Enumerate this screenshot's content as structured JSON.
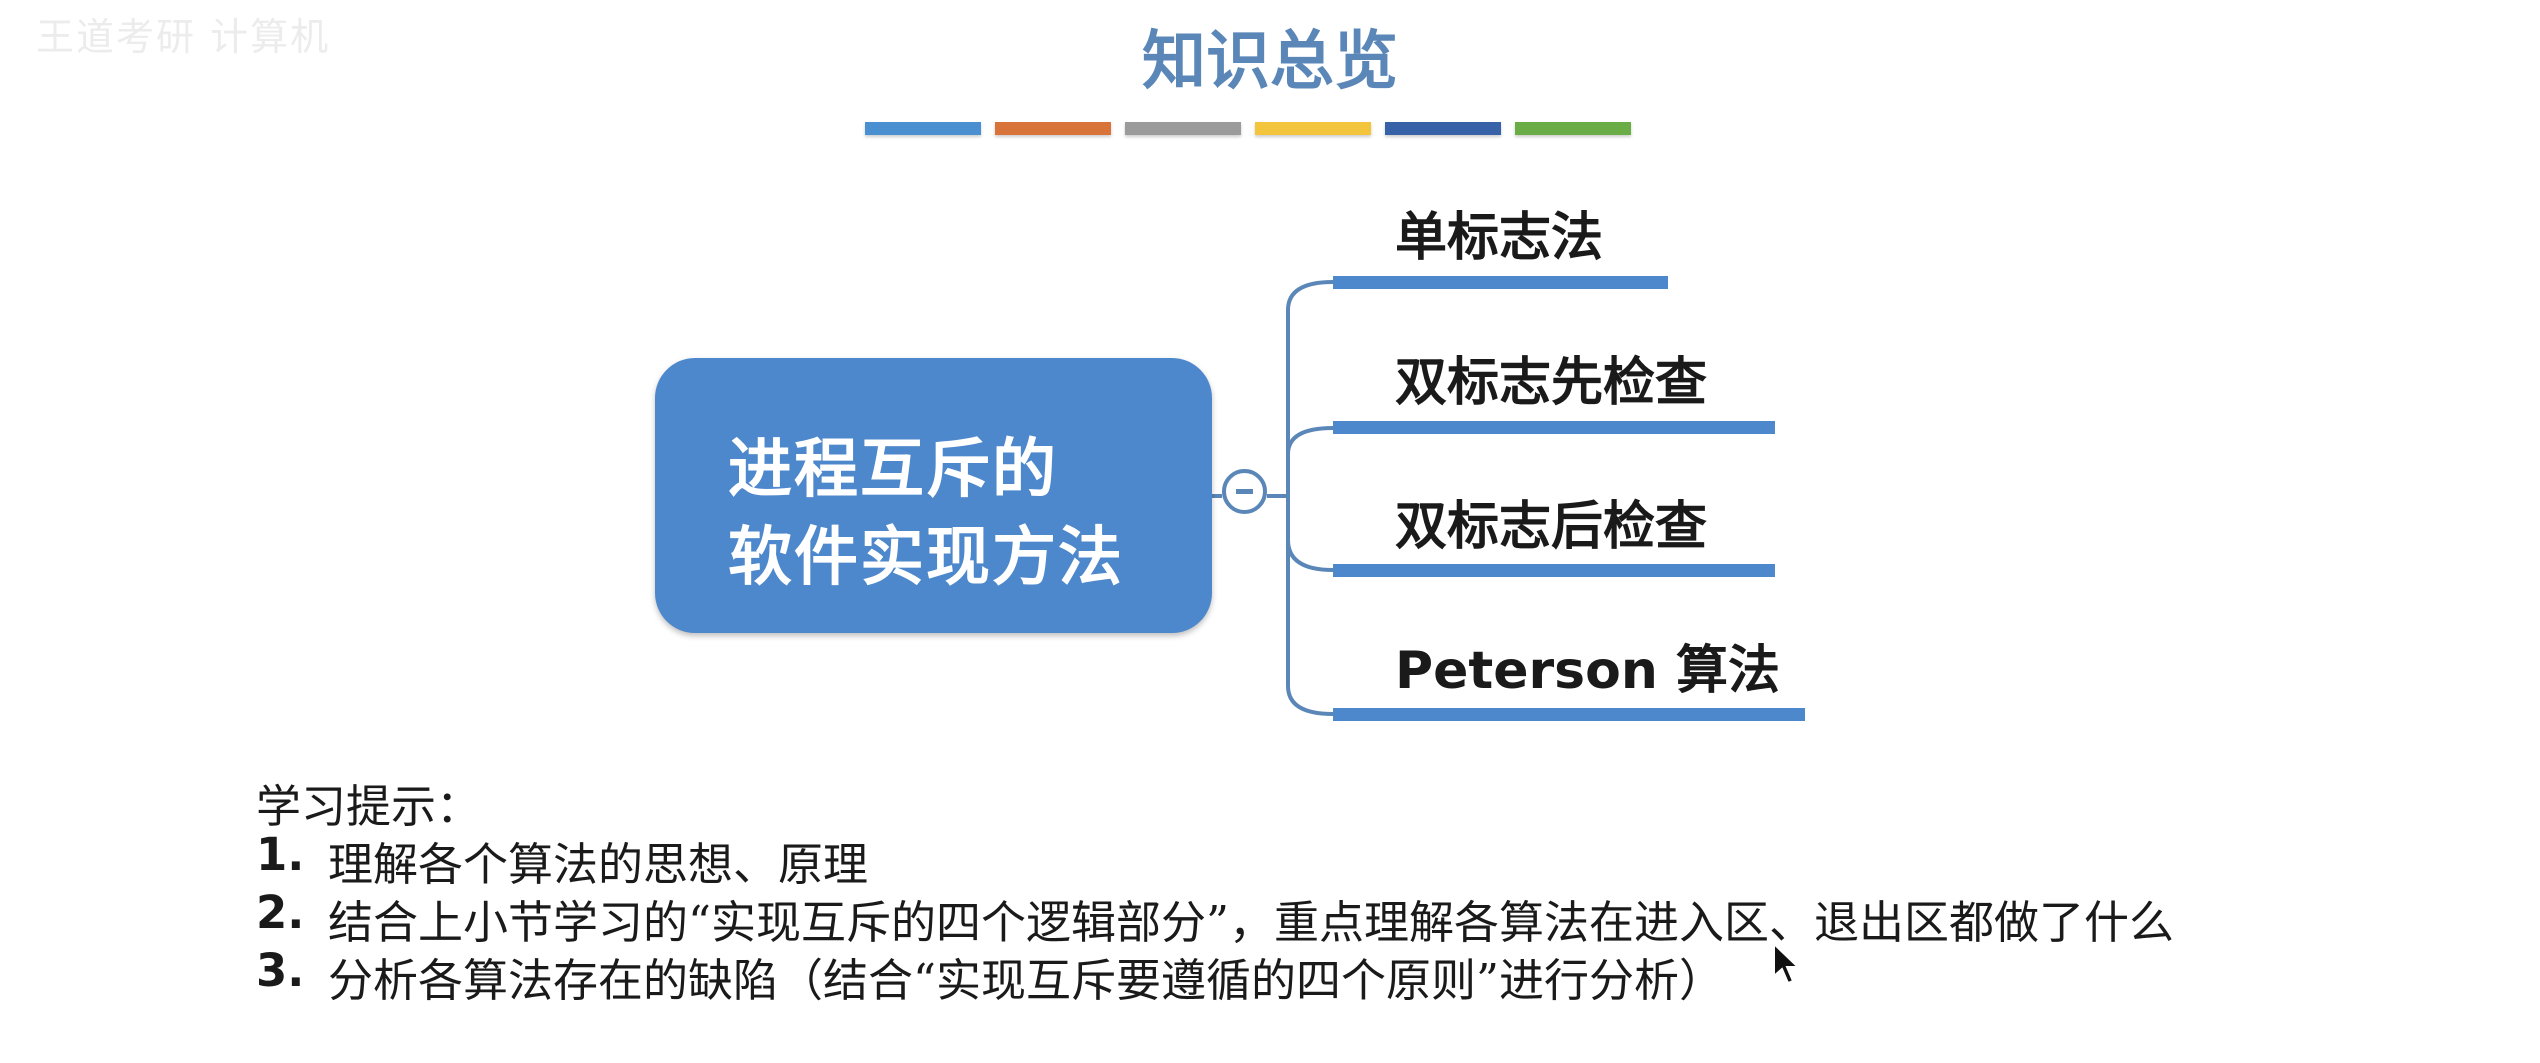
{
  "watermark": "王道考研 计算机",
  "header": {
    "title": "知识总览"
  },
  "colors": {
    "accent": "#5b87b8",
    "node_fill": "#4d87cc",
    "swatches": [
      "#4a8fd0",
      "#d8733a",
      "#9b9b9b",
      "#f2c53d",
      "#3762a8",
      "#6aac46"
    ]
  },
  "mindmap": {
    "central_lines": [
      "进程互斥的",
      "软件实现方法"
    ],
    "branches": [
      {
        "label": "单标志法"
      },
      {
        "label": "双标志先检查"
      },
      {
        "label": "双标志后检查"
      },
      {
        "label": "Peterson 算法"
      }
    ]
  },
  "tips": {
    "heading": "学习提示：",
    "items": [
      {
        "num": "1.",
        "text": "理解各个算法的思想、原理"
      },
      {
        "num": "2.",
        "text": "结合上小节学习的“实现互斥的四个逻辑部分”，重点理解各算法在进入区、退出区都做了什么"
      },
      {
        "num": "3.",
        "text": "分析各算法存在的缺陷（结合“实现互斥要遵循的四个原则”进行分析）"
      }
    ]
  }
}
